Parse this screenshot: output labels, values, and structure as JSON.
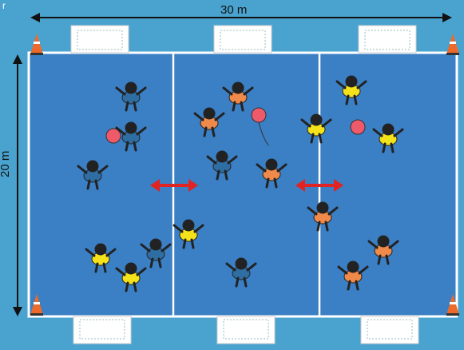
{
  "figure": {
    "corner_mark": "r",
    "width_label": "30 m",
    "height_label": "20 m",
    "colors": {
      "background": "#4aa3cf",
      "court": "#3b7fc4",
      "lines": "#ffffff",
      "team_blue": "#2f6ea3",
      "team_orange": "#ef8a4a",
      "team_yellow": "#f4e21a",
      "ball": "#ef5a6a",
      "arrow": "#e02424",
      "cone": "#ef6a2a"
    },
    "icons": [
      "goal-net-icon",
      "traffic-cone-icon",
      "ball-icon",
      "double-arrow-icon",
      "player-figure-icon"
    ]
  }
}
